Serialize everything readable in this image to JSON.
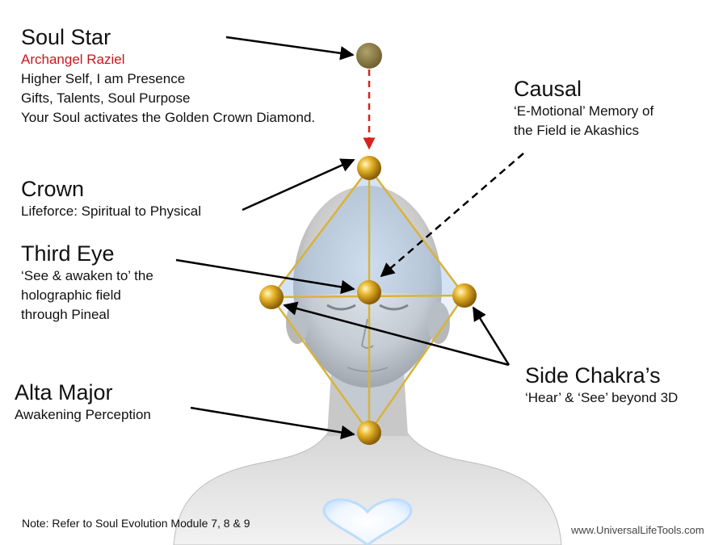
{
  "labels": {
    "soul_star": {
      "title": "Soul Star",
      "angel": "Archangel Raziel",
      "lines": [
        "Higher Self, I am Presence",
        "Gifts, Talents, Soul Purpose",
        "Your Soul activates the Golden Crown Diamond."
      ]
    },
    "causal": {
      "title": "Causal",
      "lines": [
        "‘E-Motional’ Memory of",
        "the Field ie Akashics"
      ]
    },
    "crown": {
      "title": "Crown",
      "lines": [
        "Lifeforce: Spiritual to Physical"
      ]
    },
    "third_eye": {
      "title": "Third Eye",
      "lines": [
        "‘See & awaken to’ the",
        "holographic field",
        "through Pineal"
      ]
    },
    "side_chakras": {
      "title": "Side Chakra’s",
      "lines": [
        "‘Hear’ & ‘See’ beyond 3D"
      ]
    },
    "alta_major": {
      "title": "Alta Major",
      "lines": [
        "Awakening Perception"
      ]
    }
  },
  "footer": {
    "note": "Note:  Refer to Soul Evolution Module 7, 8 & 9",
    "website": "www.UniversalLifeTools.com"
  },
  "colors": {
    "soul_star_dot": "#8a7a45",
    "gold_node": "#d4a520",
    "diamond_frame": "#d8b33a",
    "diamond_fill": "#9fc0e6",
    "dashed_red_arrow": "#d9221c",
    "angel_text": "#c8161d"
  }
}
